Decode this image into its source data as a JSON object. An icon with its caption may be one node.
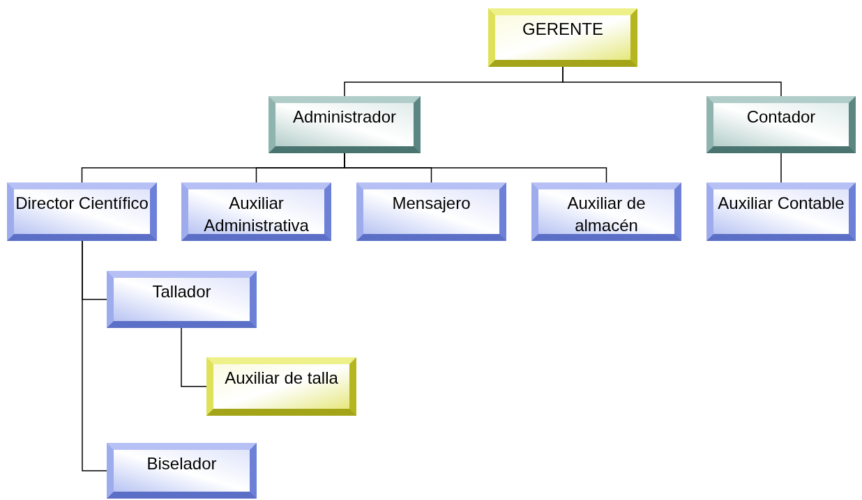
{
  "diagram": {
    "nodes": [
      {
        "text": [
          "GERENTE"
        ]
      },
      {
        "text": [
          "Administrador"
        ]
      },
      {
        "text": [
          "Contador"
        ]
      },
      {
        "text": [
          "Director Científico"
        ]
      },
      {
        "text": [
          "Auxiliar Administrativa"
        ]
      },
      {
        "text": [
          "Mensajero"
        ]
      },
      {
        "text": [
          "Auxiliar de almacén"
        ]
      },
      {
        "text": [
          "Auxiliar Contable"
        ]
      },
      {
        "text": [
          "Tallador"
        ]
      },
      {
        "text": [
          "Auxiliar de talla"
        ]
      },
      {
        "text": [
          "Biselador"
        ]
      }
    ],
    "edges": [
      {
        "from": 0,
        "to": 1,
        "arrow": "none"
      },
      {
        "from": 0,
        "to": 2,
        "arrow": "none"
      },
      {
        "from": 1,
        "to": 3,
        "arrow": "none"
      },
      {
        "from": 1,
        "to": 4,
        "arrow": "none"
      },
      {
        "from": 1,
        "to": 5,
        "arrow": "none"
      },
      {
        "from": 1,
        "to": 6,
        "arrow": "none"
      },
      {
        "from": 2,
        "to": 7,
        "arrow": "none"
      },
      {
        "from": 3,
        "to": 8,
        "arrow": "none"
      },
      {
        "from": 8,
        "to": 9,
        "arrow": "none"
      },
      {
        "from": 3,
        "to": 10,
        "arrow": "none"
      }
    ]
  }
}
